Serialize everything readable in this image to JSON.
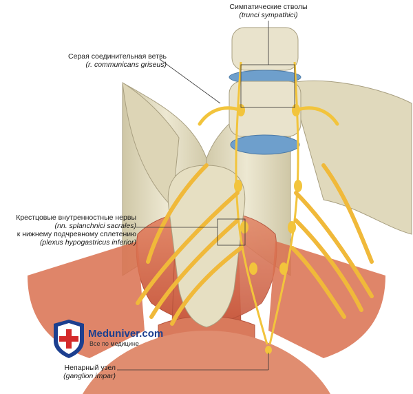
{
  "labels": {
    "sympathetic_trunks": {
      "ru": "Симпатические стволы",
      "lat": "(trunci sympathici)"
    },
    "gray_ramus": {
      "ru": "Серая соединительная ветвь",
      "lat": "(r. communicans griseus)"
    },
    "sacral_splanchnic": {
      "ru": "Крестцовые внутренностные нервы",
      "lat": "(nn. splanchnici sacrales)",
      "ru2": "к нижнему подчревному сплетению",
      "lat2": "(plexus hypogastricus inferior)"
    },
    "ganglion_impar": {
      "ru": "Непарный узел",
      "lat": "(ganglion impar)"
    }
  },
  "watermark": {
    "title": "Meduniver.com",
    "subtitle": "Все по медицине"
  },
  "colors": {
    "bone": "#e8e2c8",
    "disc": "#6e9fcc",
    "nerve": "#f2c43c",
    "muscle": "#d9704f",
    "bg": "#ffffff"
  }
}
